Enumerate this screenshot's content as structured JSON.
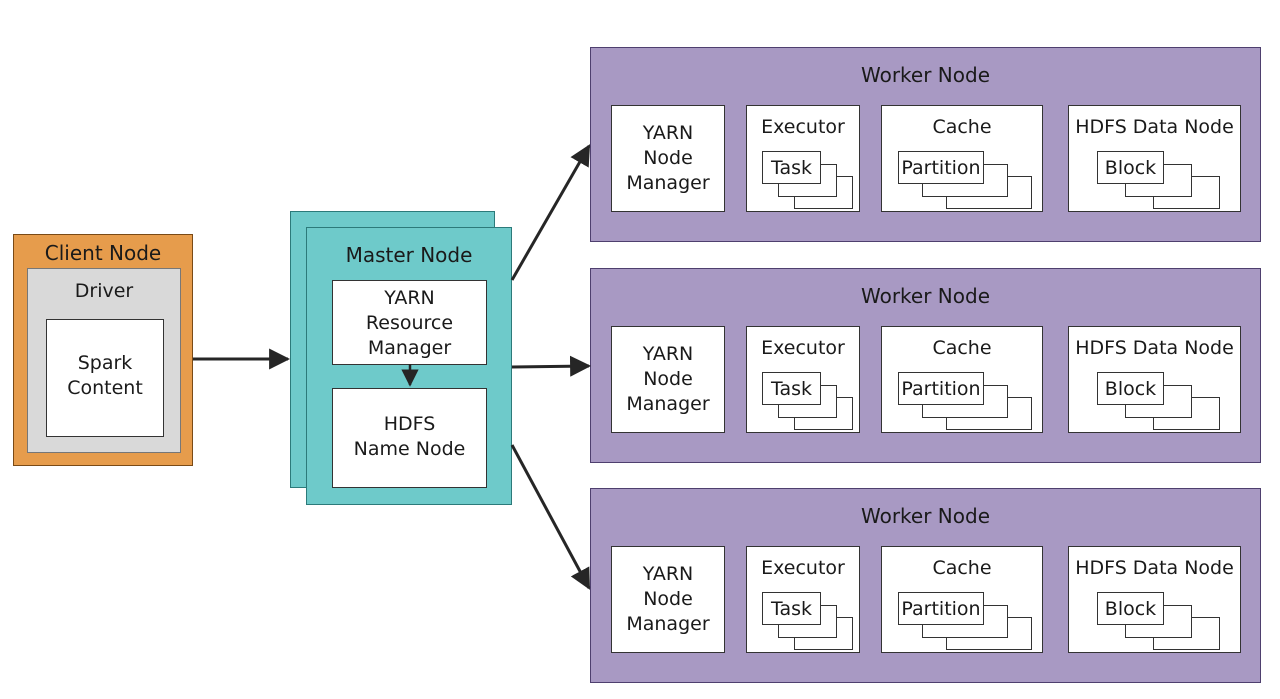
{
  "client": {
    "title": "Client Node",
    "driver": "Driver",
    "spark_line1": "Spark",
    "spark_line2": "Content"
  },
  "master": {
    "title": "Master Node",
    "rm_line1": "YARN",
    "rm_line2": "Resource",
    "rm_line3": "Manager",
    "nn_line1": "HDFS",
    "nn_line2": "Name Node"
  },
  "workers": [
    {
      "title": "Worker Node",
      "nm_line1": "YARN",
      "nm_line2": "Node",
      "nm_line3": "Manager",
      "executor": "Executor",
      "task": "Task",
      "cache": "Cache",
      "partition": "Partition",
      "datanode": "HDFS Data Node",
      "block": "Block"
    },
    {
      "title": "Worker Node",
      "nm_line1": "YARN",
      "nm_line2": "Node",
      "nm_line3": "Manager",
      "executor": "Executor",
      "task": "Task",
      "cache": "Cache",
      "partition": "Partition",
      "datanode": "HDFS Data Node",
      "block": "Block"
    },
    {
      "title": "Worker Node",
      "nm_line1": "YARN",
      "nm_line2": "Node",
      "nm_line3": "Manager",
      "executor": "Executor",
      "task": "Task",
      "cache": "Cache",
      "partition": "Partition",
      "datanode": "HDFS Data Node",
      "block": "Block"
    }
  ],
  "colors": {
    "client_fill": "#e69c4c",
    "driver_fill": "#d9d9d9",
    "master_fill": "#6ecaca",
    "worker_fill": "#a899c3",
    "arrow": "#262626"
  }
}
